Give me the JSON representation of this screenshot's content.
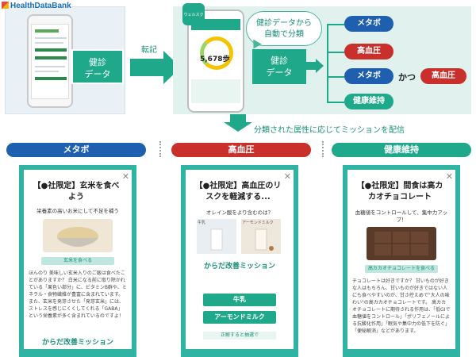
{
  "top_left": {
    "logo_text": "HealthDataBank",
    "data_box": [
      "健診",
      "データ"
    ]
  },
  "transfer_label": "転記",
  "top_right": {
    "app_icon_text": "ウェルスクア",
    "steps_value": "5,678歩",
    "bubble_lines": [
      "健診データから",
      "自動で分類"
    ],
    "data_box": [
      "健診",
      "データ"
    ],
    "categories": [
      {
        "label": "メタボ",
        "color": "#1f5fb0"
      },
      {
        "label": "高血圧",
        "color": "#c9302c"
      },
      {
        "label": "メタボ",
        "color": "#1f5fb0"
      },
      {
        "label": "健康維持",
        "color": "#1fa88a"
      }
    ],
    "and_label": "かつ",
    "and_extra": {
      "label": "高血圧",
      "color": "#c9302c"
    }
  },
  "deliver_label": "分類された属性に応じてミッションを配信",
  "segments": [
    {
      "label": "メタボ",
      "color": "#1f5fb0"
    },
    {
      "label": "高血圧",
      "color": "#c9302c"
    },
    {
      "label": "健康維持",
      "color": "#1fa88a"
    }
  ],
  "cards": [
    {
      "title": "【●社限定】玄米を食べよう",
      "sub": "栄養素の高いお米にして不足を補う",
      "small_btn": "玄米を食べる",
      "body": "ほんのり 美味しい玄米入りのご飯は食べたことがありますか？ 白米になる前に取り除かれている「果色い部分」に、ビタミンB群や、ミネラル・食物繊維が豊富に含まれています。 また、玄米を発芽させた「発芽玄米」には、ストレスを感じにくくしてくれる「GABA」という栄養素が多く含まれているのですよ！",
      "mission": "からだ改善ミッション"
    },
    {
      "title": "【●社限定】高血圧のリスクを軽減する...",
      "sub": "オレイン酸をより含むのは？",
      "img_labels": [
        "牛乳",
        "アーモンドミルク"
      ],
      "mission": "からだ改善ミッション",
      "choices": [
        "牛乳",
        "アーモンドミルク"
      ],
      "foot_btn": "正解すると抽選で"
    },
    {
      "title": "【●社限定】間食は高カカオチョコレート",
      "sub": "血糖値をコントロールして、集中力アップ！",
      "small_btn": "高カカオチョコレートを食べる",
      "body": "チョコレートは好きですか？ 甘いものが好きな人はもちろん、甘いものが好きではない人にも食べやすいのが、甘さ控えめで\"大人の味わい\"の高カカオチョコレートです。 高カカオチョコレートに期待される作用は、「低GIで血糖値をコントロール」「ポリフェノールによる抗酸化作用」「眠気や集中力の低下を防ぐ」「便秘解消」などがあります。",
      "mission": ""
    }
  ]
}
